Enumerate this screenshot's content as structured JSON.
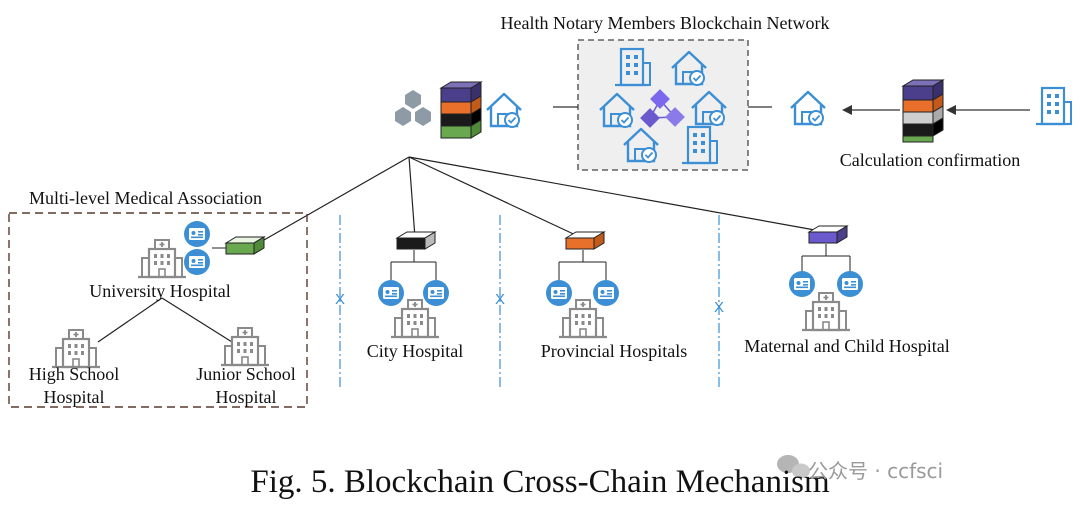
{
  "network": {
    "title": "Health Notary Members Blockchain Network"
  },
  "confirmation": {
    "label": "Calculation confirmation"
  },
  "association": {
    "title": "Multi-level Medical Association"
  },
  "hospitals": {
    "university": "University Hospital",
    "high_school_line1": "High School",
    "high_school_line2": "Hospital",
    "junior_school_line1": "Junior School",
    "junior_school_line2": "Hospital",
    "city": "City Hospital",
    "provincial": "Provincial Hospitals",
    "maternal": "Maternal and Child Hospital"
  },
  "separator_mark": "X",
  "caption": "Fig. 5.  Blockchain Cross-Chain Mechanism",
  "watermark": "公众号 · ccfsci",
  "colors": {
    "icon_blue": "#3c8fd4",
    "badge_blue": "#3c8fd4",
    "block_purple": "#4b3f8c",
    "block_orange": "#e8702a",
    "block_black": "#1a1a1a",
    "block_green": "#6aa84f",
    "block_gray": "#cfcfcf",
    "hospital_gray": "#8a8a8a",
    "dashed_border": "#5a3a2e",
    "separator_blue": "#3c8fd4"
  }
}
